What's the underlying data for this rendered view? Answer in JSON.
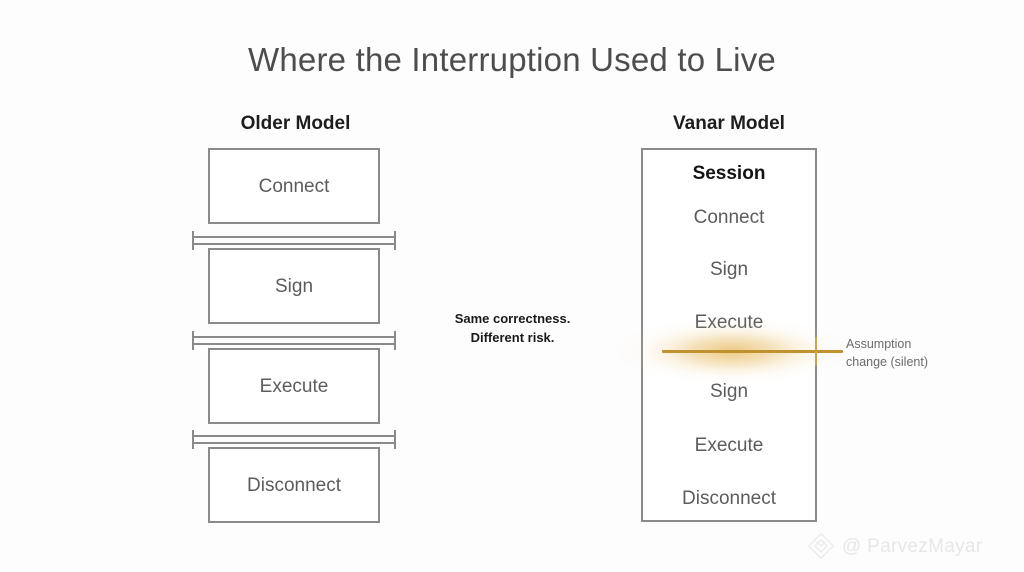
{
  "slide": {
    "title": "Where the Interruption Used to Live",
    "background_color": "#fdfdfd"
  },
  "left_column": {
    "heading": "Older Model",
    "box_border_color": "#8a8a8a",
    "label_color": "#5c5c5c",
    "steps": [
      {
        "label": "Connect"
      },
      {
        "label": "Sign"
      },
      {
        "label": "Execute"
      },
      {
        "label": "Disconnect"
      }
    ],
    "connector_count": 3
  },
  "centre_note": {
    "line1": "Same correctness.",
    "line2": "Different risk."
  },
  "right_column": {
    "heading": "Vanar Model",
    "box_title": "Session",
    "box_border_color": "#8a8a8a",
    "title_color": "#141414",
    "label_color": "#5c5c5c",
    "steps": [
      {
        "label": "Connect"
      },
      {
        "label": "Sign"
      },
      {
        "label": "Execute"
      },
      {
        "label": "Sign"
      },
      {
        "label": "Execute"
      },
      {
        "label": "Disconnect"
      }
    ]
  },
  "highlight": {
    "accent_color": "#bf922f",
    "glow_color": "#e2aa3c",
    "annotation_line1": "Assumption",
    "annotation_line2": "change (silent)",
    "annotation_color": "#6b6b6b"
  },
  "watermark": {
    "handle": "@ ParvezMayar",
    "color": "#e6e6e6"
  }
}
